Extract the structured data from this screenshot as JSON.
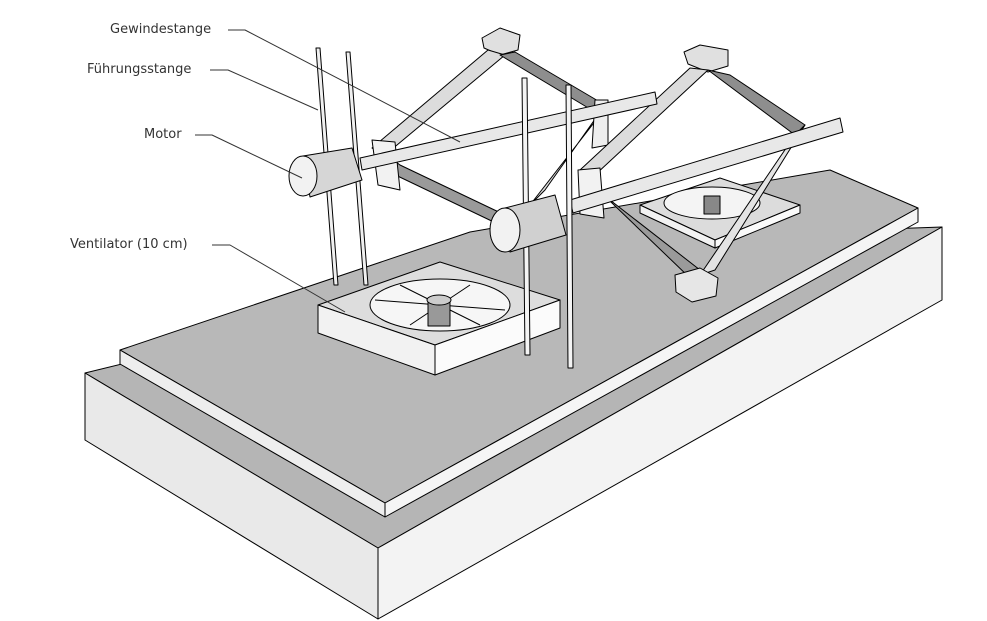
{
  "labels": {
    "threaded_rod": "Gewindestange",
    "guide_rod": "Führungsstange",
    "motor": "Motor",
    "fan": "Ventilator (10 cm)"
  }
}
